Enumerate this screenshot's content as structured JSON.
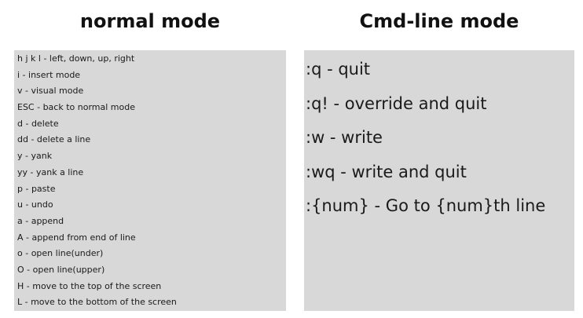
{
  "normal_mode": {
    "title": "normal mode",
    "items": [
      "h j k l - left, down, up, right",
      "i - insert mode",
      "v - visual mode",
      "ESC - back to normal mode",
      "d - delete",
      "dd - delete a line",
      "y - yank",
      "yy - yank a line",
      "p - paste",
      "u - undo",
      "a - append",
      "A - append from end of line",
      "o - open line(under)",
      "O - open line(upper)",
      "H - move to the top of the screen",
      "L - move to the bottom of the screen"
    ]
  },
  "cmdline_mode": {
    "title": "Cmd-line mode",
    "items": [
      ":q - quit",
      ":q! - override and quit",
      ":w - write",
      ":wq - write and quit",
      ":{num} - Go to {num}th line"
    ]
  },
  "colors": {
    "panel_background": "#d8d8d8",
    "text": "#1a1a1a",
    "page_background": "#ffffff"
  }
}
